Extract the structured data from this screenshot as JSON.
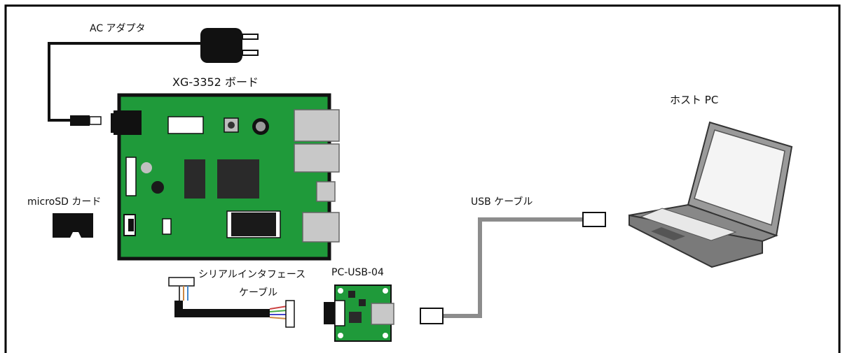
{
  "labels": {
    "ac_adapter": "AC アダプタ",
    "board": "XG-3352 ボード",
    "host_pc": "ホスト PC",
    "microsd": "microSD カード",
    "usb_cable": "USB ケーブル",
    "serial_cable_line1": "シリアルインタフェース",
    "serial_cable_line2": "ケーブル",
    "pc_usb": "PC-USB-04"
  },
  "colors": {
    "pcb_green": "#1f9a3a",
    "pcb_border": "#111111",
    "usb_cable": "#8c8c8c",
    "connector_gray": "#c8c8c8",
    "chip_dark": "#2a2a2a"
  },
  "icons": [
    "ac-adapter-icon",
    "microsd-card-icon",
    "laptop-icon",
    "usb-converter-board-icon"
  ]
}
